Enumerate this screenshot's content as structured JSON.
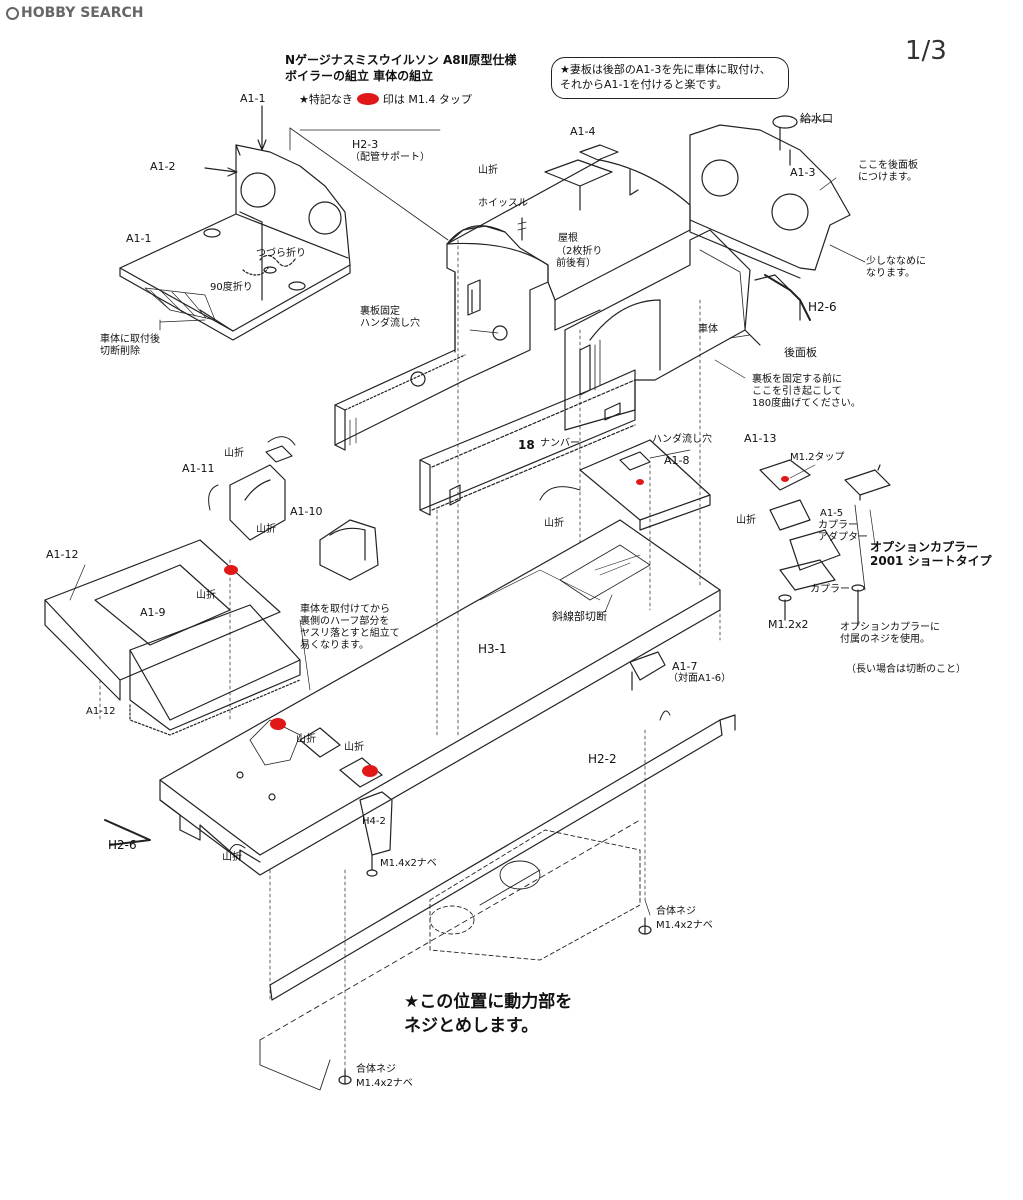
{
  "header": {
    "logo_text": "HOBBY SEARCH",
    "page_number": "1/3"
  },
  "title": {
    "line1": "Nゲージナスミスウイルソン A8Ⅱ原型仕様",
    "line2": "ボイラーの組立 車体の組立",
    "legend_text_before": "★特記なき",
    "legend_text_after": "印は M1.4 タップ",
    "legend_color": "#e01818"
  },
  "notes": {
    "top": "★妻板は後部のA1-3を先に車体に取付け、\nそれからA1-1を付けると楽です。",
    "bottom": "★この位置に動力部を\nネジとめします。",
    "rear_bend": "裏板を固定する前に\nここを引き起こして\n180度曲げてください。",
    "fix_to_body": "車体に取付後\n切断削除",
    "filing": "車体を取付けてから\n裏側のハーフ部分を\nヤスリ落とすと組立て\n易くなります。",
    "rear_plate_attach": "ここを後面板\nにつけます。",
    "slightly_slanted": "少しななめに\nなります。",
    "option_screw": "オプションカプラーに\n付属のネジを使用。",
    "cut_if_long": "（長い場合は切断のこと）"
  },
  "labels": {
    "a1_1_top": "A1-1",
    "a1_2": "A1-2",
    "a1_1_left": "A1-1",
    "tsuzura": "つづら折り",
    "deg90": "90度折り",
    "h2_3": "H2-3",
    "h2_3_sub": "（配管サポート）",
    "a1_4": "A1-4",
    "yamaori_roof": "山折",
    "whistle": "ホイッスル",
    "roof": "屋根",
    "roof_sub": "（2枚折り\n前後有）",
    "kyusui": "給水口",
    "a1_3": "A1-3",
    "h2_6_right": "H2-6",
    "shatai": "車体",
    "rear_plate": "後面板",
    "ura_kotei": "裏板固定\nハンダ流し穴",
    "number18": "18",
    "number_label": "ナンバー",
    "a1_13": "A1-13",
    "handa_hole": "ハンダ流し穴",
    "a1_8": "A1-8",
    "m12_tap": "M1.2タップ",
    "yamaori_a1_13": "山折",
    "a1_5": "A1-5",
    "coupler_adapter": "カプラー\nアダプター",
    "coupler": "カプラー",
    "option_coupler": "オプションカプラー\n2001 ショートタイプ",
    "m12x2": "M1.2x2",
    "yamaori_a1_11_top": "山折",
    "a1_11": "A1-11",
    "yamaori_a1_11": "山折",
    "a1_10": "A1-10",
    "yamaori_mid": "山折",
    "a1_12_top": "A1-12",
    "yamaori_a1_9": "山折",
    "a1_9": "A1-9",
    "a1_12_bottom": "A1-12",
    "diagonal_cut": "斜線部切断",
    "h3_1": "H3-1",
    "a1_7": "A1-7",
    "a1_7_sub": "（対面A1-6）",
    "h2_2": "H2-2",
    "yamaori_floor": "山折",
    "yamaori_floor2": "山折",
    "h4_2": "H4-2",
    "m14x2_nabe": "M1.4x2ナベ",
    "h2_6_left": "H2-6",
    "yamaori_floor3": "山折",
    "gattai_screw": "合体ネジ",
    "gattai_m14": "M1.4x2ナベ",
    "gattai_screw2": "合体ネジ",
    "gattai_m14_2": "M1.4x2ナベ"
  }
}
